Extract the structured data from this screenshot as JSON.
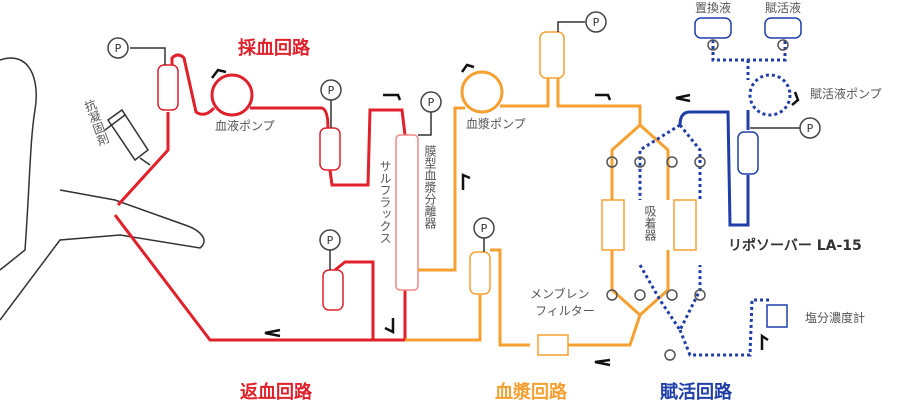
{
  "titles": {
    "draw": "採血回路",
    "return": "返血回路",
    "plasma": "血漿回路",
    "regen": "賦活回路"
  },
  "labels": {
    "anticoagulant": "抗凝固剤",
    "blood_pump": "血液ポンプ",
    "plasma_pump": "血漿ポンプ",
    "separator": "膜型血漿分離器",
    "sulflux": "サルフラックス",
    "replacement": "置換液",
    "regen_fluid": "賦活液",
    "regen_pump": "賦活液ポンプ",
    "adsorber": "吸着器",
    "liposorber": "リポソーバー LA-15",
    "membrane_1": "メンブレン",
    "membrane_2": "フィルター",
    "salinity": "塩分濃度計",
    "pressure": "P"
  },
  "colors": {
    "draw": "#e0202a",
    "plasma": "#f5a030",
    "regen": "#1f3ea8"
  }
}
